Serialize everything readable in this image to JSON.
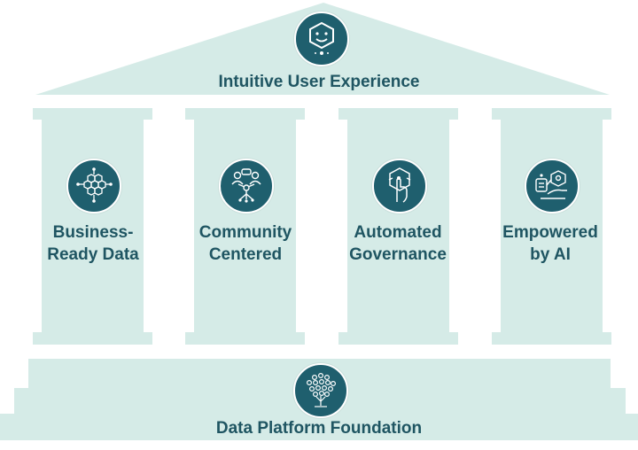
{
  "roof": {
    "title": "Intuitive User Experience",
    "icon": "smiley-robot-icon"
  },
  "pillars": [
    {
      "line1": "Business-",
      "line2": "Ready Data",
      "icon": "data-network-icon"
    },
    {
      "line1": "Community",
      "line2": "Centered",
      "icon": "community-people-icon"
    },
    {
      "line1": "Automated",
      "line2": "Governance",
      "icon": "hand-touch-icon"
    },
    {
      "line1": "Empowered",
      "line2": "by AI",
      "icon": "ai-robot-icon"
    }
  ],
  "foundation": {
    "title": "Data Platform Foundation",
    "icon": "data-tree-icon"
  },
  "colors": {
    "shape_fill": "#d5ebe7",
    "badge_fill": "#1f5f6e",
    "text": "#1f5562"
  }
}
